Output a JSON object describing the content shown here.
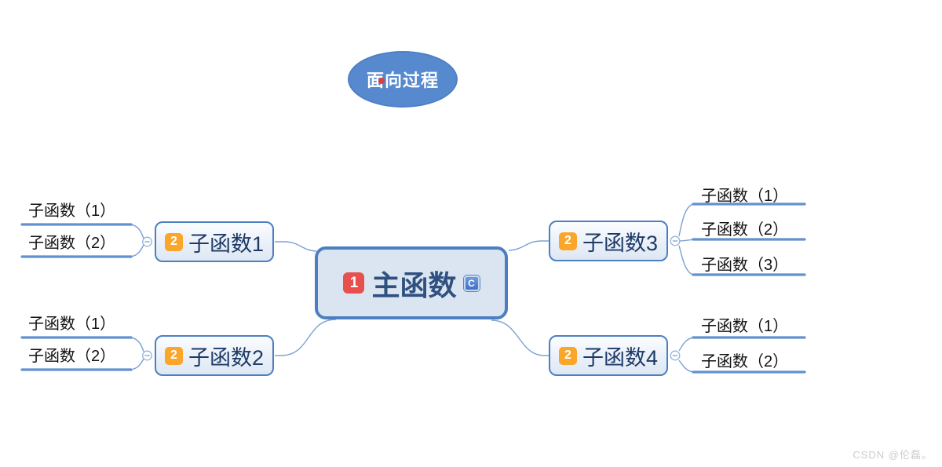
{
  "floating_topic": {
    "label": "面向过程"
  },
  "main_topic": {
    "priority_badge": "1",
    "label": "主函数",
    "tag_badge": "C"
  },
  "branches": [
    {
      "label": "子函数1",
      "badge": "2",
      "children": [
        "子函数（1）",
        "子函数（2）"
      ]
    },
    {
      "label": "子函数2",
      "badge": "2",
      "children": [
        "子函数（1）",
        "子函数（2）"
      ]
    },
    {
      "label": "子函数3",
      "badge": "2",
      "children": [
        "子函数（1）",
        "子函数（2）",
        "子函数（3）"
      ]
    },
    {
      "label": "子函数4",
      "badge": "2",
      "children": [
        "子函数（1）",
        "子函数（2）"
      ]
    }
  ],
  "watermark": "CSDN @伦磊。",
  "colors": {
    "node_border": "#4c7fc1",
    "main_fill": "#dbe5f1",
    "sub_fill": "#e9f0f9",
    "connector": "#7ca1d4",
    "underline": "#6191ce",
    "priority_badge_bg": "#e7504c",
    "number_badge_bg": "#f9a62b",
    "tag_badge_bg": "#4070c8",
    "main_text": "#2f5180",
    "sub_text": "#1e3a66",
    "floating_fill": "#5789ce",
    "floating_text": "#ffffff",
    "red_dot": "#de3f3f",
    "watermark_text": "#cccccc"
  }
}
